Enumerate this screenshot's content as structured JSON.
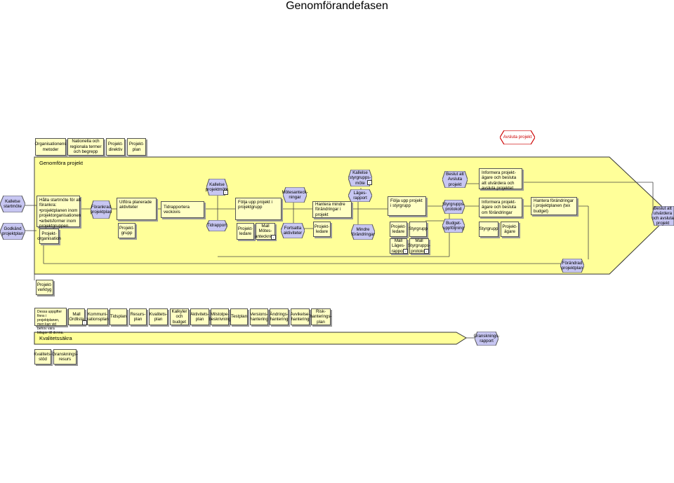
{
  "title": "Genomförandefasen",
  "top_boxes": [
    "Organisationens metoder",
    "Nationella och regionala termer och begrepp",
    "Projekt-direktiv",
    "Projekt-plan"
  ],
  "top_right": "Avsluta projekt",
  "main_arrow_label": "Genomföra projekt",
  "left_events": [
    "Kallelse startmöte",
    "Godkänd projektplan"
  ],
  "startmote": "Hålla startmöte för att förankra: •projektplanen inom projektorganisationen •arbetsformer inom projektgruppen.",
  "projektorganisation": "Projekt-organisation",
  "forankrad": "Förankrad projektplan",
  "utfora": "Utföra planerade aktiviteter",
  "projektgrupp": "Projekt-grupp",
  "tidrapportera": "Tidrapportera veckovis",
  "tidrapport": "Tidrapport",
  "kallelse_projektmote": "Kallelse projektmöte",
  "folja_projektgrupp": "Följa upp projekt i projektgrupp",
  "projektledare1": "Projekt-ledare",
  "mall_motes": "Mall Mötes-anteckning",
  "motesanteckningar": "Mötesanteck-ningar",
  "fortsatta": "Fortsatta aktiviteter",
  "hantera_mindre": "Hantera mindre förändringar i projekt",
  "projektledare2": "Projekt-ledare",
  "mindre_forandringar": "Mindre förändringar",
  "kallelse_styrgrupp": "Kallelse styrgrupps-möte",
  "lagesrapport": "Läges-rapport",
  "folja_styrgrupp": "Följa upp projekt i styrgrupp",
  "projektledare3": "Projekt-ledare",
  "styrgrupp1": "Styrgrupp",
  "mall_lages": "Mall Läges-rapport",
  "mall_styrgrupps": "Mall Styrgrupps-protokoll",
  "beslut_avsluta": "Beslut att Avsluta projekt",
  "styrgruppsprotokoll": "Styrgrupps-protokoll",
  "budgetuppfoljning": "Budget-uppföljning",
  "informera_top": "Informera projekt-ägare och besluta att utvärdera och avsluta projektet",
  "informera": "Informera projekt-ägare och besluta om förändringar",
  "styrgrupp2": "Styrgrupp",
  "projektagare": "Projekt-ägare",
  "hantera_forandringar": "Hantera förändringar i projektplanen (tex budget)",
  "beslut_right": "Beslut att utvärdera och avsluta projekt",
  "forandrad_plan": "Förändrad projektplan",
  "projektverktyg": "Projekt-verktyg",
  "note": "Dessa uppgifter finns i projektplanen, men kan vid behov vara bilagor till denna.",
  "tools": [
    "Mall Ordlista",
    "Kommuni-kationsplan",
    "Tidsplan",
    "Resurs-plan",
    "Kvalitets-plan",
    "Kalkyler och budget",
    "Aktivitets-plan",
    "Milstolpe-beskrivning",
    "Testplan",
    "Versions-hantering",
    "Ändrings-hantering",
    "Avvikelse-hantering",
    "Risk-hanterings-plan"
  ],
  "kvalitetssakra": "Kvalitetssäkra",
  "granskningsrapport": "Gransknings-rapport",
  "bottom_boxes": [
    "Kvalitets-stöd",
    "Gransknings-resurs"
  ],
  "colors": {
    "fill": "#ffff99",
    "box": "#ffffc4",
    "hex": "#c7c6f2",
    "red": "#cc0000"
  }
}
